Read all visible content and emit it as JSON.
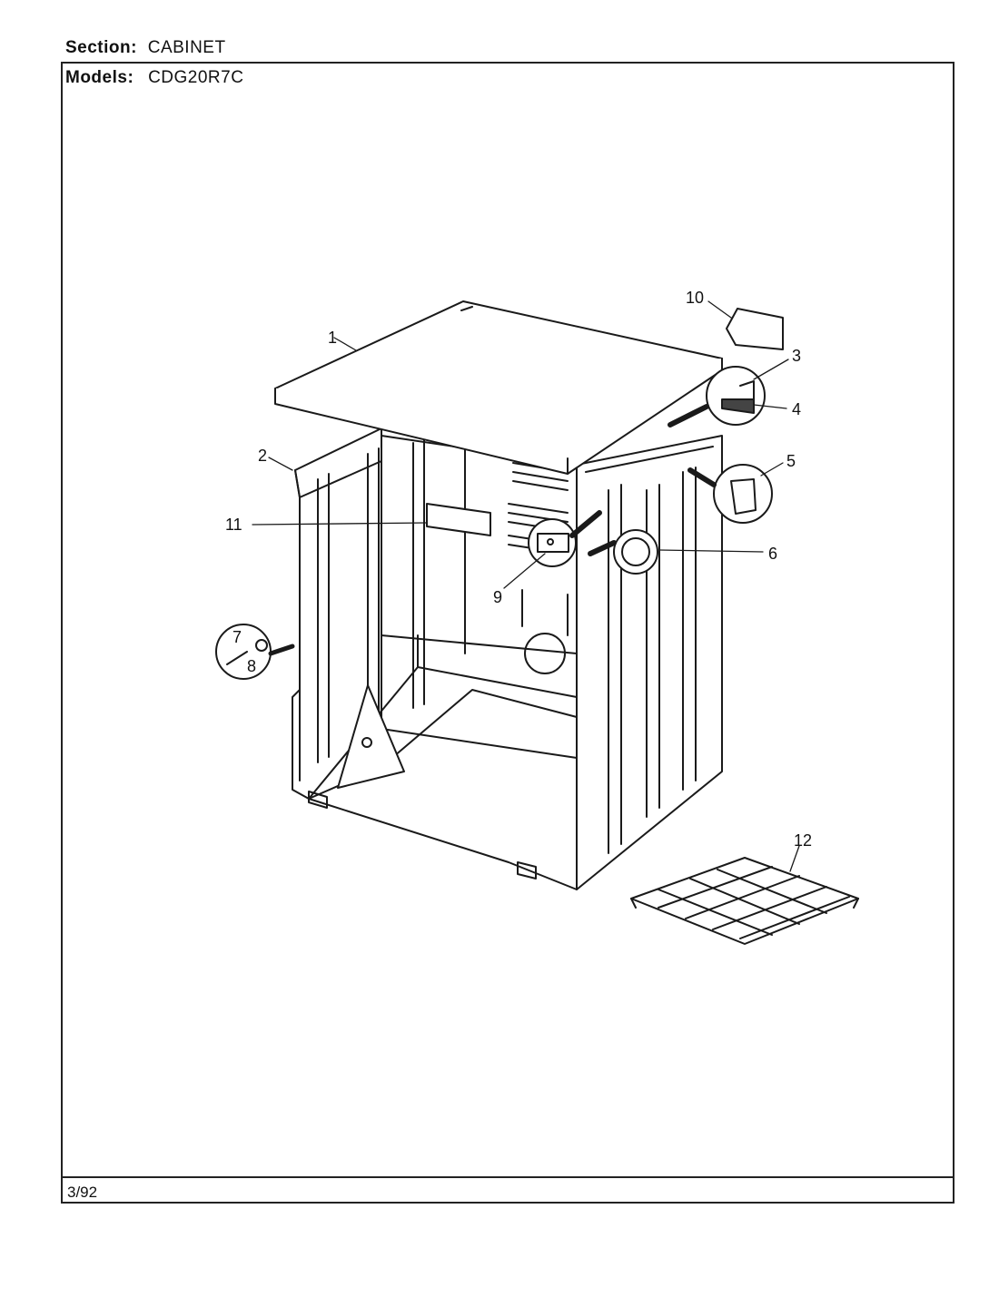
{
  "header": {
    "section_label": "Section:",
    "section_value": "CABINET",
    "models_label": "Models:",
    "models_value": "CDG20R7C"
  },
  "footer": {
    "date": "3/92"
  },
  "callouts": [
    "1",
    "2",
    "3",
    "4",
    "5",
    "6",
    "7",
    "8",
    "9",
    "10",
    "11",
    "12"
  ]
}
